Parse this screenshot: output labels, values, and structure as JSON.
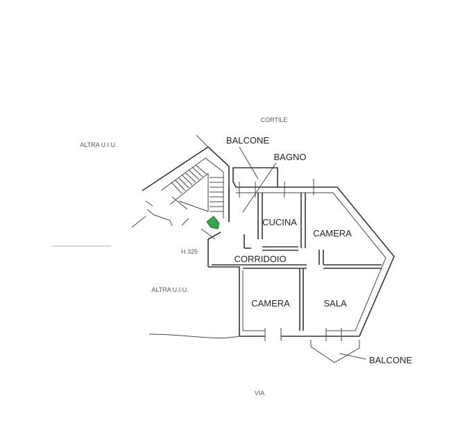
{
  "labels": {
    "cortile": "CORTILE",
    "altra_uiu_top": "ALTRA U.I.U.",
    "altra_uiu_bottom": "ALTRA U.I.U.",
    "balcone_top": "BALCONE",
    "bagno": "BAGNO",
    "cucina": "CUCINA",
    "camera_right": "CAMERA",
    "camera_left": "CAMERA",
    "sala": "SALA",
    "corridoio": "CORRIDOIO",
    "height": "H 325",
    "balcone_bottom": "BALCONE",
    "via": "VIA"
  },
  "colors": {
    "entrance_arrow": "#3aa54a",
    "walls": "#333333"
  }
}
